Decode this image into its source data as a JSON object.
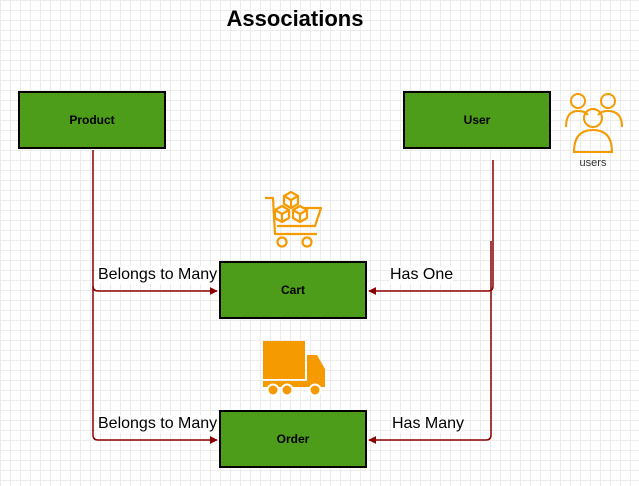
{
  "title": "Associations",
  "entities": {
    "product": "Product",
    "user": "User",
    "cart": "Cart",
    "order": "Order"
  },
  "relations": {
    "product_cart": "Belongs to Many",
    "user_cart": "Has One",
    "product_order": "Belongs to Many",
    "user_order": "Has Many"
  },
  "icons": {
    "users": {
      "name": "users-icon",
      "caption": "users"
    },
    "cart": {
      "name": "shopping-cart-icon"
    },
    "truck": {
      "name": "delivery-truck-icon"
    }
  },
  "colors": {
    "entity_fill": "#4d9c1a",
    "connector": "#8b0000",
    "icon_orange": "#f59a00"
  }
}
